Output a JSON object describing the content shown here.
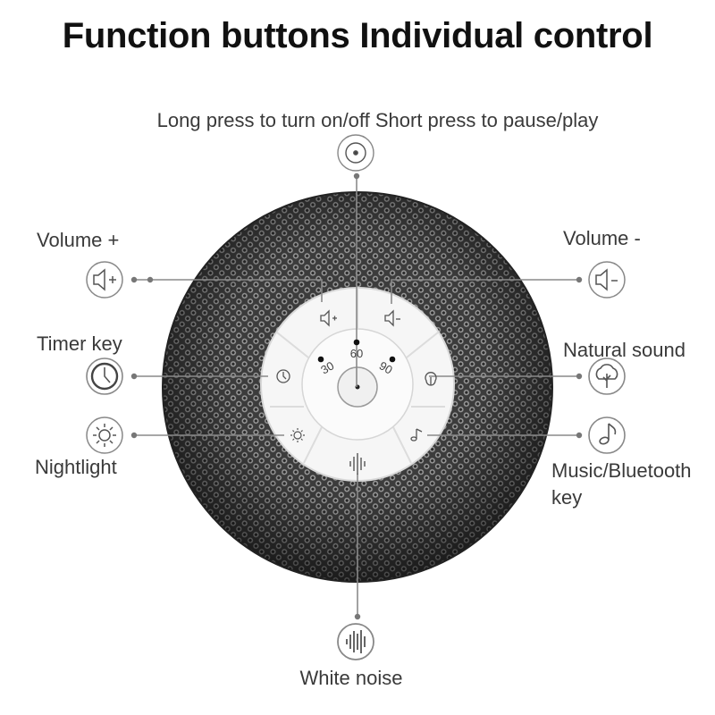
{
  "title": "Function buttons Individual control",
  "labels": {
    "power": "Long press to turn on/off Short press to pause/play",
    "volume_up": "Volume +",
    "volume_down": "Volume -",
    "timer": "Timer key",
    "natural": "Natural sound",
    "nightlight": "Nightlight",
    "music_line1": "Music/Bluetooth",
    "music_line2": "key",
    "white_noise": "White noise"
  },
  "timer_marks": {
    "t30": "30",
    "t60": "60",
    "t90": "90"
  },
  "icons": {
    "power": "power-icon",
    "volume_up": "speaker-plus-icon",
    "volume_down": "speaker-minus-icon",
    "timer": "clock-icon",
    "natural": "tree-icon",
    "nightlight": "sun-icon",
    "music": "music-note-icon",
    "white_noise": "waveform-icon"
  },
  "colors": {
    "speaker_mesh": "#4a4a4a",
    "panel": "#f4f4f4",
    "leader_line": "#8a8a8a"
  }
}
